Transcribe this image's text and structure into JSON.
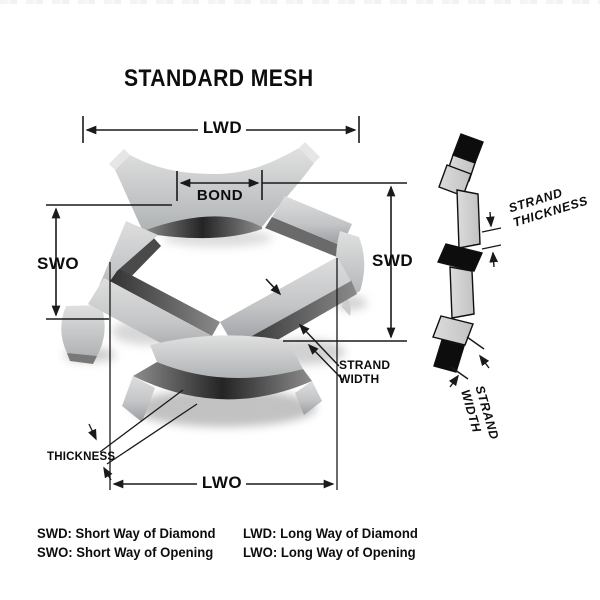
{
  "title": "STANDARD MESH",
  "dimensions": {
    "lwd": "LWD",
    "bond": "BOND",
    "swo": "SWO",
    "swd": "SWD",
    "lwo": "LWO",
    "strand_width_line1": "STRAND",
    "strand_width_line2": "WIDTH",
    "thickness": "THICKNESS"
  },
  "side_view": {
    "strand_thickness_line1": "STRAND",
    "strand_thickness_line2": "THICKNESS",
    "strand_width_line1": "STRAND",
    "strand_width_line2": "WIDTH"
  },
  "legend": {
    "items": [
      {
        "text": "SWD: Short Way of Diamond"
      },
      {
        "text": "SWO: Short Way of Opening"
      },
      {
        "text": "LWD: Long Way of Diamond"
      },
      {
        "text": "LWO: Long Way of Opening"
      }
    ]
  },
  "colors": {
    "background": "#ffffff",
    "line": "#1a1a1a",
    "text": "#0d0d0d",
    "metal_light": "#d8d8d8",
    "metal_mid": "#b7b9bb",
    "metal_dark": "#2c2c2c",
    "cut_face_black": "#0d0d0d"
  }
}
